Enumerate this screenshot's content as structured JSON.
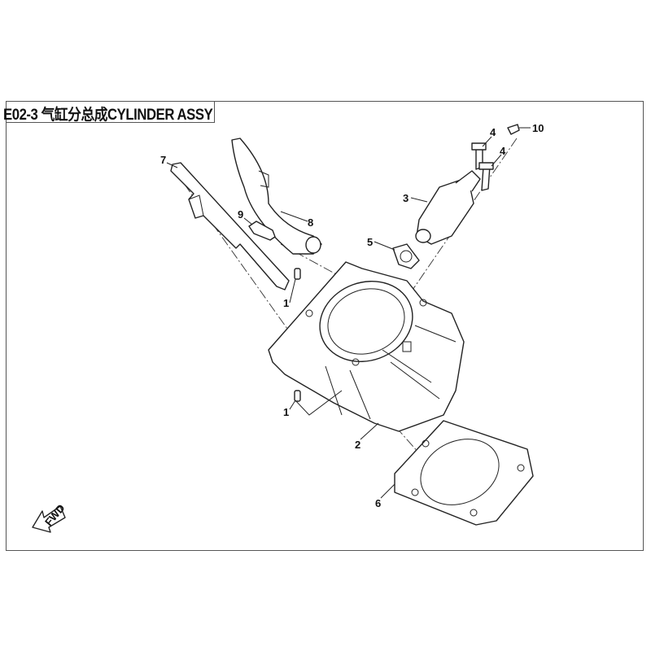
{
  "title": "E02-3 气缸分总成CYLINDER ASSY",
  "fwd_label": "FWD",
  "callouts": [
    {
      "id": "7",
      "part": "chain-guide"
    },
    {
      "id": "8",
      "part": "chain-tensioner-guide"
    },
    {
      "id": "9",
      "part": "guide-bolt"
    },
    {
      "id": "4",
      "part": "bolt-upper"
    },
    {
      "id": "10",
      "part": "screw"
    },
    {
      "id": "4",
      "part": "bolt-lower"
    },
    {
      "id": "3",
      "part": "chain-tensioner"
    },
    {
      "id": "5",
      "part": "tensioner-gasket"
    },
    {
      "id": "1",
      "part": "dowel-pin-upper"
    },
    {
      "id": "1",
      "part": "dowel-pin-lower"
    },
    {
      "id": "2",
      "part": "cylinder"
    },
    {
      "id": "6",
      "part": "cylinder-gasket"
    }
  ]
}
